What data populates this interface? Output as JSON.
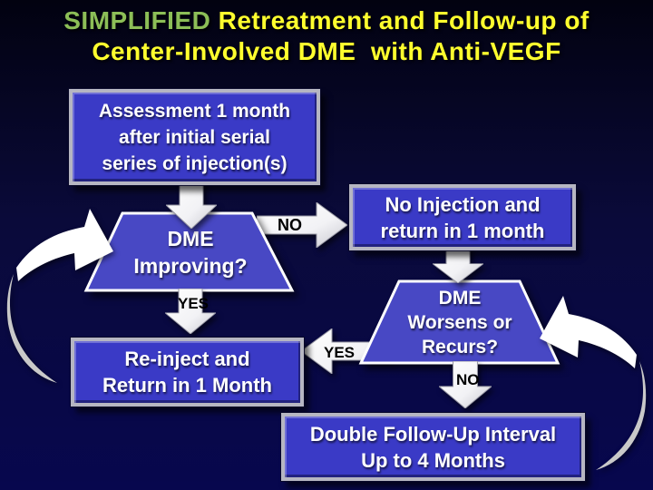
{
  "slide": {
    "title": {
      "highlight": "SIMPLIFIED",
      "line1_rest": " Retreatment and Follow-up of",
      "line2": "Center-Involved DME  with Anti-VEGF"
    },
    "colors": {
      "bg-top": "#020210",
      "bg-mid": "#0a0a3a",
      "bg-bottom": "#07074e",
      "box-fill": "#3a3ac6",
      "trap-fill": "#4848c4",
      "box-border": "#b6b6c2",
      "title-green": "#8cbe57",
      "title-yellow": "#ffff2e",
      "arrow-light": "#ffffff",
      "arrow-shade": "#c6c6ce",
      "swoosh-gray": "#c9c9c9",
      "label-color": "#000000"
    }
  },
  "flowchart": {
    "assessment_box": {
      "lines": [
        "Assessment 1 month",
        "after initial serial",
        "series of injection(s)"
      ]
    },
    "dme_improving_decision": {
      "lines": [
        "DME",
        "Improving?"
      ]
    },
    "no_injection_box": {
      "lines": [
        "No Injection and",
        "return in 1 month"
      ]
    },
    "dme_worsens_decision": {
      "lines": [
        "DME",
        "Worsens or",
        "Recurs?"
      ]
    },
    "reinject_box": {
      "lines": [
        "Re-inject and",
        "Return in 1 Month"
      ]
    },
    "double_followup_box": {
      "lines": [
        "Double Follow-Up Interval",
        "Up to 4 Months"
      ]
    },
    "labels": {
      "no_improving": "NO",
      "yes_improving": "YES",
      "yes_worsens": "YES",
      "no_worsens": "NO"
    }
  }
}
